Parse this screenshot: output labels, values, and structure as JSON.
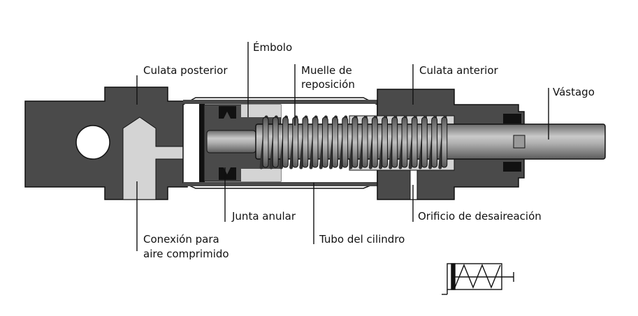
{
  "labels": {
    "embolo": "Émbolo",
    "culata_posterior": "Culata posterior",
    "muelle_line1": "Muelle de",
    "muelle_line2": "reposición",
    "culata_anterior": "Culata anterior",
    "vastago": "Vástago",
    "junta_anular": "Junta anular",
    "orificio": "Orificio de desaireación",
    "conexion_line1": "Conexión para",
    "conexion_line2": "aire comprimido",
    "tubo": "Tubo del cilindro"
  },
  "colors": {
    "body_dark": "#4a4a4a",
    "outline": "#111111",
    "light_gray": "#d4d4d4",
    "rod_mid": "#8f8f8f",
    "rod_light": "#c8c8c8",
    "hole": "#ffffff"
  },
  "icons": {
    "symbol": "single-acting-cylinder-spring-return-symbol"
  }
}
